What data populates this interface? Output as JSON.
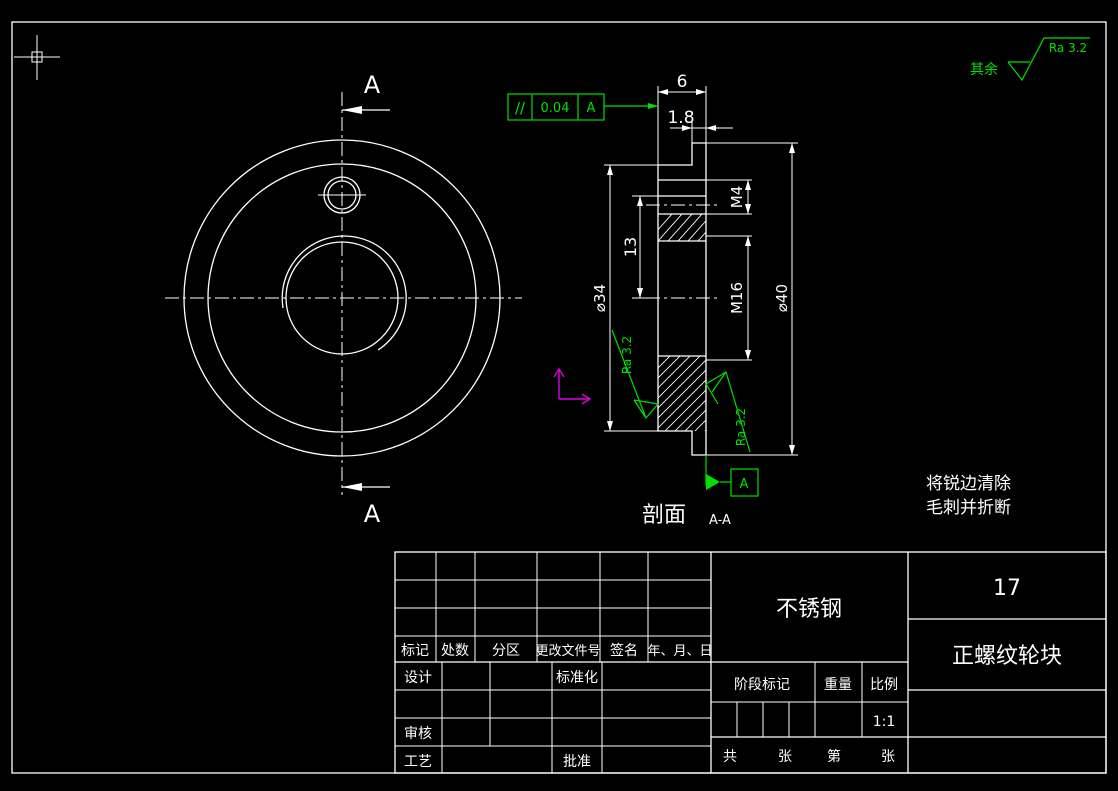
{
  "section_marks": {
    "top": "A",
    "bottom": "A"
  },
  "dimensions": {
    "width_6": "6",
    "step_1_8": "1.8",
    "thread_m4": "M4",
    "dim_13": "13",
    "thread_m16": "M16",
    "dia_34": "⌀34",
    "dia_40": "⌀40"
  },
  "tolerance_frame": {
    "symbol": "//",
    "value": "0.04",
    "datum": "A"
  },
  "datum_label": "A",
  "roughness": {
    "left": "Ra 3.2",
    "right": "Ra 3.2"
  },
  "roughness_rest": {
    "prefix": "其余",
    "value": "Ra 3.2"
  },
  "section_caption": {
    "title": "剖面",
    "view": "A-A"
  },
  "notes": [
    "将锐边清除",
    "毛刺并折断"
  ],
  "title_block": {
    "material": "不锈钢",
    "drawing_no": "17",
    "part_name": "正螺纹轮块",
    "rev_headers": [
      "标记",
      "处数",
      "分区",
      "更改文件号",
      "签名",
      "年、月、日"
    ],
    "design": "设计",
    "standardize": "标准化",
    "review": "审核",
    "process": "工艺",
    "approve": "批准",
    "stage_mark": "阶段标记",
    "weight": "重量",
    "scale_label": "比例",
    "scale_value": "1:1",
    "sheet_total": "共",
    "sheet_unit1": "张",
    "sheet_index": "第",
    "sheet_unit2": "张"
  },
  "colors": {
    "background": "#000000",
    "lines": "#ffffff",
    "annotation": "#00e000",
    "ucs": "#e000e0"
  }
}
